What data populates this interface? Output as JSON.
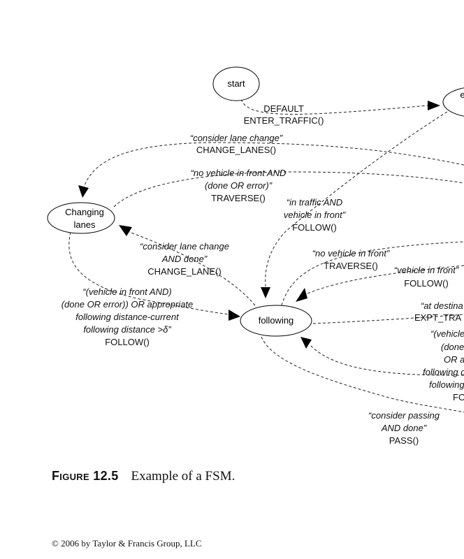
{
  "diagram": {
    "nodes": {
      "start": "start",
      "enter_partial": "e",
      "changing_lanes_line1": "Changing",
      "changing_lanes_line2": "lanes",
      "following": "following"
    },
    "edges": {
      "start_to_enter": {
        "cond": "DEFAULT",
        "action": "ENTER_TRAFFIC()"
      },
      "to_changing_lanes": {
        "cond": "“consider lane change”",
        "action": "CHANGE_LANES()"
      },
      "changing_to_traverse": {
        "cond1": "“no vehicle in front AND",
        "cond2": "(done OR error)”",
        "action": "TRAVERSE()"
      },
      "enter_to_following": {
        "cond1": "“in traffic AND",
        "cond2": "vehicle in front”",
        "action": "FOLLOW()"
      },
      "following_to_changing": {
        "cond1": "“consider lane change",
        "cond2": "AND done”",
        "action": "CHANGE_LANE()"
      },
      "changing_to_following": {
        "cond1": "“(vehicle in front AND)",
        "cond2": "(done OR error)) OR appropriate",
        "cond3": "following distance-current",
        "cond4": "following distance >δ”",
        "action": "FOLLOW()"
      },
      "following_to_traverse": {
        "cond": "“no vehicle in front”",
        "action": "TRAVERSE()"
      },
      "traverse_to_following": {
        "cond": "“vehicle in front”",
        "action": "FOLLOW()"
      },
      "following_to_exit": {
        "cond": "“at destina",
        "action": "EXPT_TRA"
      },
      "passing_to_following": {
        "cond1": "“(vehicle",
        "cond2": "(done",
        "cond3": "OR a",
        "cond4": "following d",
        "cond5": "following",
        "action": "FO"
      },
      "following_to_passing": {
        "cond1": "“consider passing",
        "cond2": "AND done”",
        "action": "PASS()"
      }
    }
  },
  "caption": {
    "figure_label": "Figure 12.5",
    "text": "Example of a FSM."
  },
  "footer": {
    "copyright": "© 2006 by Taylor & Francis Group, LLC"
  }
}
